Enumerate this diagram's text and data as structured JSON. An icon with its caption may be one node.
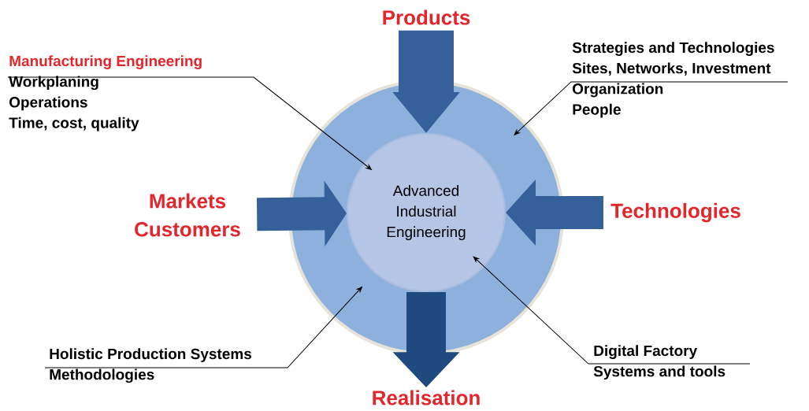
{
  "diagram": {
    "nodes": [
      {
        "text": [],
        "shape": "circle"
      },
      {
        "text": [
          "Advanced Industrial Engineering"
        ],
        "in": 0
      },
      {
        "text": [
          "Products"
        ]
      },
      {
        "text": [
          "Markets Customers"
        ]
      },
      {
        "text": [
          "Technologies"
        ]
      },
      {
        "text": [
          "Realisation"
        ]
      },
      {
        "text": [
          "Manufacturing Engineering",
          "Workplaning",
          "Operations",
          "Time, cost, quality"
        ]
      },
      {
        "text": [
          "Strategies and Technologies",
          "Sites, Networks, Investment",
          "Organization",
          "People"
        ]
      },
      {
        "text": [
          "Holistic Production Systems",
          "Methodologies"
        ]
      },
      {
        "text": [
          "Digital Factory",
          "Systems and tools"
        ]
      }
    ],
    "edges": [
      {
        "from": 2,
        "to": 1,
        "arrow": "to",
        "style": "thick",
        "color": "#36609a"
      },
      {
        "from": 3,
        "to": 1,
        "arrow": "to",
        "style": "thick",
        "color": "#36609a"
      },
      {
        "from": 4,
        "to": 1,
        "arrow": "to",
        "style": "thick",
        "color": "#36609a"
      },
      {
        "from": 1,
        "to": 5,
        "arrow": "to",
        "style": "thick",
        "color": "#1f4a80"
      },
      {
        "from": 6,
        "to": 1,
        "arrow": "to"
      },
      {
        "from": 7,
        "to": 0,
        "arrow": "to"
      },
      {
        "from": 8,
        "to": 0,
        "arrow": "to"
      },
      {
        "from": 9,
        "to": 1,
        "arrow": "to"
      }
    ]
  }
}
